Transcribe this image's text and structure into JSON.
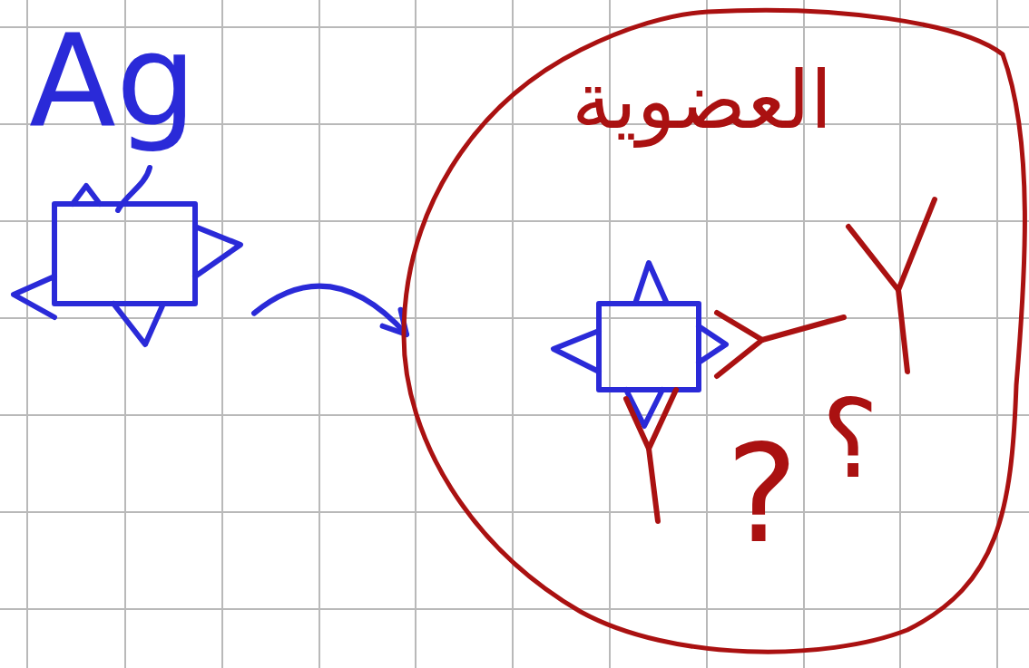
{
  "diagram": {
    "nodes": [
      {
        "text": [
          "Ag"
        ]
      },
      {
        "text": [
          "العضوية"
        ]
      }
    ],
    "edges": [
      {
        "from": 0,
        "to": 1,
        "arrow": "to"
      }
    ],
    "labels": [
      "?",
      "؟"
    ]
  }
}
